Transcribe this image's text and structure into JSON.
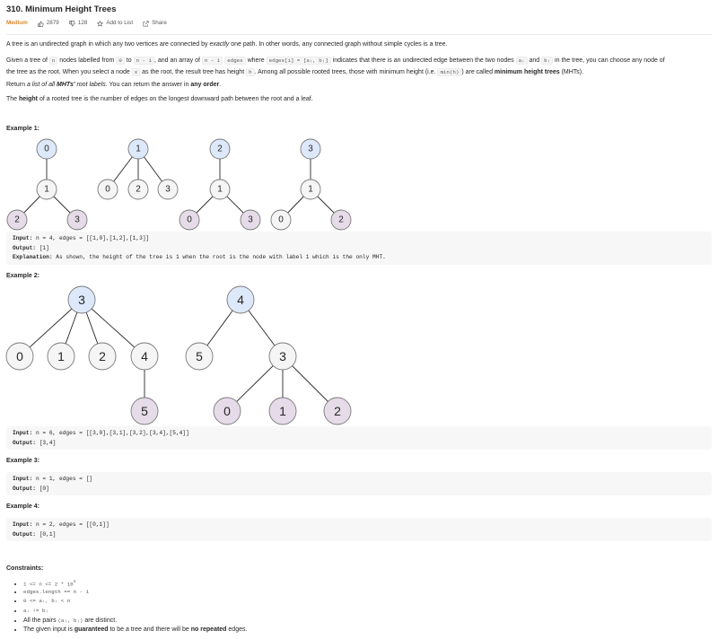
{
  "problem": {
    "title": "310. Minimum Height Trees",
    "difficulty": "Medium",
    "likes": "2879",
    "dislikes": "128",
    "add_to_list": "Add to List",
    "share": "Share"
  },
  "description": {
    "p1_a": "A tree is an undirected graph in which any two vertices are connected by ",
    "p1_em": "exactly",
    "p1_b": " one path. In other words, any connected graph without simple cycles is a tree.",
    "p2_a": "Given a tree of ",
    "p2_n": "n",
    "p2_b": " nodes labelled from ",
    "p2_0": "0",
    "p2_c": " to ",
    "p2_n1": "n - 1",
    "p2_d": ", and an array of ",
    "p2_n1b": "n - 1",
    "p2_e": " ",
    "p2_edges": "edges",
    "p2_f": " where ",
    "p2_edgesi": "edges[i] = [aᵢ, bᵢ]",
    "p2_g": " indicates that there is an undirected edge between the two nodes ",
    "p2_ai": "aᵢ",
    "p2_h": " and ",
    "p2_bi": "bᵢ",
    "p2_i": " in the tree, you can choose any node of",
    "p2_line2_a": "the tree as the root. When you select a node ",
    "p2_x": "x",
    "p2_line2_b": " as the root, the result tree has height ",
    "p2_hh": "h",
    "p2_line2_c": ". Among all possible rooted trees, those with minimum height (i.e. ",
    "p2_minh": "min(h)",
    "p2_line2_d": ")  are called ",
    "p2_mht": "minimum height trees",
    "p2_line2_e": " (MHTs).",
    "p3_a": "Return ",
    "p3_em": "a list of all ",
    "p3_emb": "MHTs'",
    "p3_em2": " root labels",
    "p3_b": ". You can return the answer in ",
    "p3_strong": "any order",
    "p3_c": ".",
    "p4_a": "The ",
    "p4_strong": "height",
    "p4_b": " of a rooted tree is the number of edges on the longest downward path between the root and a leaf."
  },
  "examples": [
    {
      "heading": "Example 1:",
      "input_label": "Input:",
      "input": " n = 4, edges = [[1,0],[1,2],[1,3]]",
      "output_label": "Output:",
      "output": " [1]",
      "explanation_label": "Explanation:",
      "explanation": " As shown, the height of the tree is 1 when the root is the node with label 1 which is the only MHT."
    },
    {
      "heading": "Example 2:",
      "input_label": "Input:",
      "input": " n = 6, edges = [[3,0],[3,1],[3,2],[3,4],[5,4]]",
      "output_label": "Output:",
      "output": " [3,4]"
    },
    {
      "heading": "Example 3:",
      "input_label": "Input:",
      "input": " n = 1, edges = []",
      "output_label": "Output:",
      "output": " [0]"
    },
    {
      "heading": "Example 4:",
      "input_label": "Input:",
      "input": " n = 2, edges = [[0,1]]",
      "output_label": "Output:",
      "output": " [0,1]"
    }
  ],
  "figures": {
    "ex1": [
      {
        "labels": [
          "0",
          "1",
          "2",
          "3"
        ]
      },
      {
        "labels": [
          "1",
          "0",
          "2",
          "3"
        ]
      },
      {
        "labels": [
          "2",
          "1",
          "0",
          "3"
        ]
      },
      {
        "labels": [
          "3",
          "1",
          "0",
          "2"
        ]
      }
    ],
    "ex2": [
      {
        "labels": [
          "3",
          "0",
          "1",
          "2",
          "4",
          "5"
        ]
      },
      {
        "labels": [
          "4",
          "5",
          "3",
          "0",
          "1",
          "2"
        ]
      }
    ],
    "colors": {
      "root": "#dde9fb",
      "inner": "#f5f5f5",
      "leaf": "#e6dbe9",
      "difficulty": "#d78a2e"
    }
  },
  "constraints": {
    "heading": "Constraints:",
    "c1_a": "1 <= n <= 2 * 10",
    "c1_sup": "4",
    "c2": "edges.length == n - 1",
    "c3": "0 <= aᵢ, bᵢ < n",
    "c4": "aᵢ != bᵢ",
    "c5_a": "All the pairs ",
    "c5_code": "(aᵢ, bᵢ)",
    "c5_b": " are distinct.",
    "c6_a": "The given input is ",
    "c6_strong": "guaranteed",
    "c6_b": " to be a tree and there will be ",
    "c6_strong2": "no repeated",
    "c6_c": " edges."
  }
}
